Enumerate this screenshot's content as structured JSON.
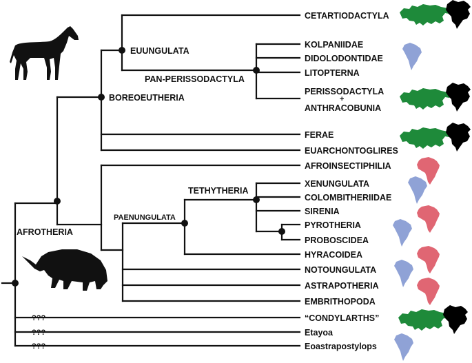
{
  "colors": {
    "line": "#111111",
    "eurasia": "#1e8a3a",
    "north_america": "#000000",
    "south_america": "#8fa2d6",
    "africa": "#e06673"
  },
  "internal_labels": {
    "euungulata": "EUUNGULATA",
    "boreoeutheria": "BOREOEUTHERIA",
    "pan_perissodactyla": "PAN-PERISSODACTYLA",
    "afrotheria": "AFROTHERIA",
    "paenungulata": "PAENUNGULATA",
    "tethytheria": "TETHYTHERIA",
    "unknown": "???"
  },
  "taxa": {
    "cetartiodactyla": "CETARTIODACTYLA",
    "kolpaniidae": "KOLPANIIDAE",
    "didolodontidae": "DIDOLODONTIDAE",
    "litopterna": "LITOPTERNA",
    "perissodactyla": "PERISSODACTYLA",
    "plus": "+",
    "anthracobunia": "ANTHRACOBUNIA",
    "ferae": "FERAE",
    "euarchontoglires": "EUARCHONTOGLIRES",
    "afroinsectiphilia": "AFROINSECTIPHILIA",
    "xenungulata": "XENUNGULATA",
    "colombitheriidae": "COLOMBITHERIIDAE",
    "sirenia": "SIRENIA",
    "pyrotheria": "PYROTHERIA",
    "proboscidea": "PROBOSCIDEA",
    "hyracoidea": "HYRACOIDEA",
    "notoungulata": "NOTOUNGULATA",
    "astrapotheria": "ASTRAPOTHERIA",
    "embrithopoda": "EMBRITHOPODA",
    "condylarths": "“CONDYLARTHS”",
    "etayoa": "Etayoa",
    "eoastrapostylops": "Eoastrapostylops"
  },
  "icons": {
    "horse": "horse-silhouette",
    "arsinoitherium": "arsinoitherium-silhouette",
    "eurasia": "eurasia-map",
    "north_america": "north-america-map",
    "south_america": "south-america-map",
    "africa": "africa-map"
  }
}
